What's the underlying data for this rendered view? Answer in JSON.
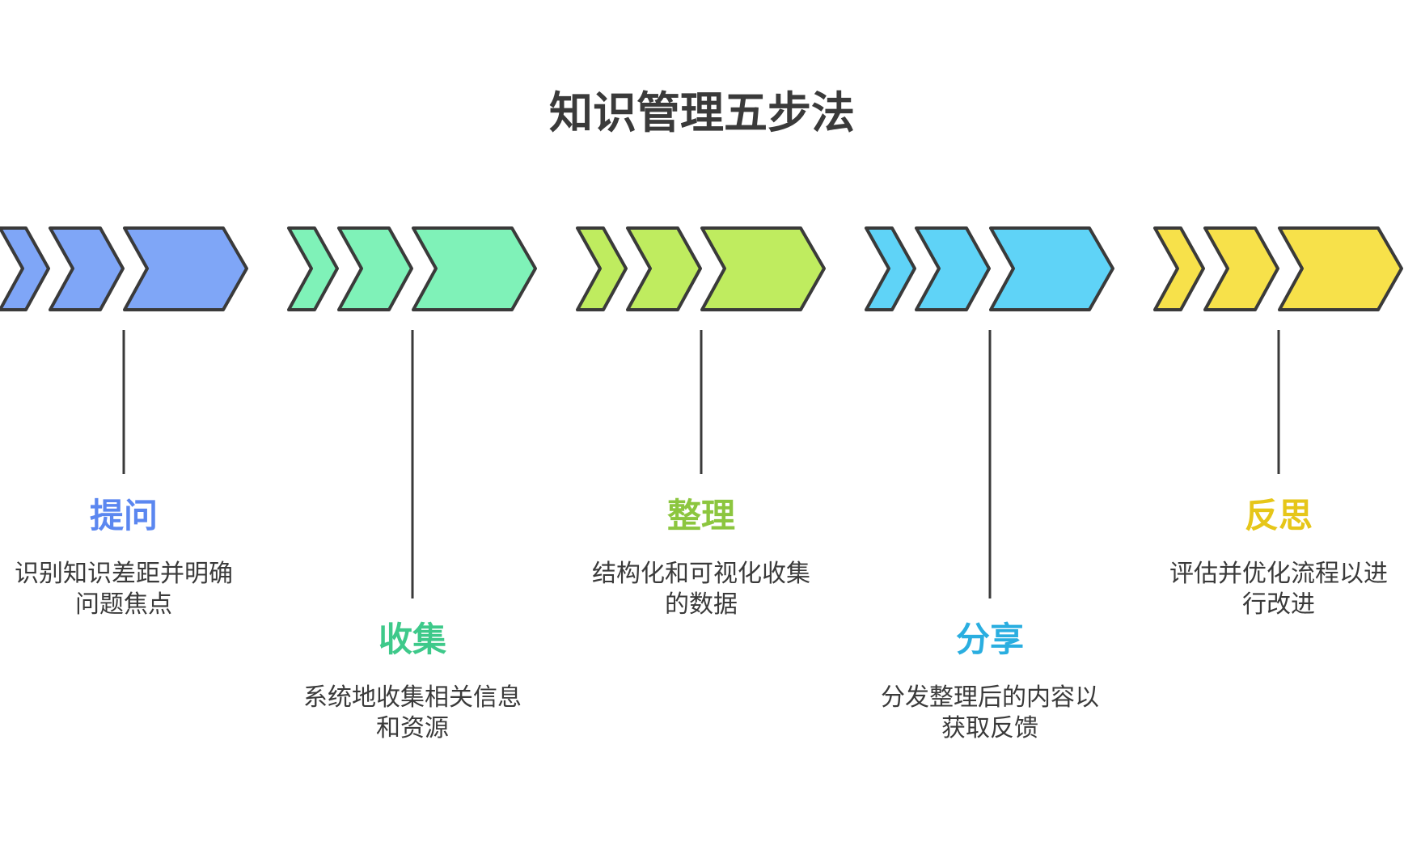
{
  "title": "知识管理五步法",
  "steps": [
    {
      "label": "提问",
      "desc": [
        "识别知识差距并明确",
        "问题焦点"
      ],
      "fill": "#7fa6f7",
      "text_color": "#5b87f0",
      "position": "upper"
    },
    {
      "label": "收集",
      "desc": [
        "系统地收集相关信息",
        "和资源"
      ],
      "fill": "#7ff2b8",
      "text_color": "#3ec98a",
      "position": "lower"
    },
    {
      "label": "整理",
      "desc": [
        "结构化和可视化收集",
        "的数据"
      ],
      "fill": "#bfec5f",
      "text_color": "#8cc63f",
      "position": "upper"
    },
    {
      "label": "分享",
      "desc": [
        "分发整理后的内容以",
        "获取反馈"
      ],
      "fill": "#5fd3f7",
      "text_color": "#2aaee0",
      "position": "lower"
    },
    {
      "label": "反思",
      "desc": [
        "评估并优化流程以进",
        "行改进"
      ],
      "fill": "#f7e14a",
      "text_color": "#e6c619",
      "position": "upper"
    }
  ],
  "colors": {
    "stroke": "#3a3a3a",
    "connector": "#3a3a3a"
  }
}
